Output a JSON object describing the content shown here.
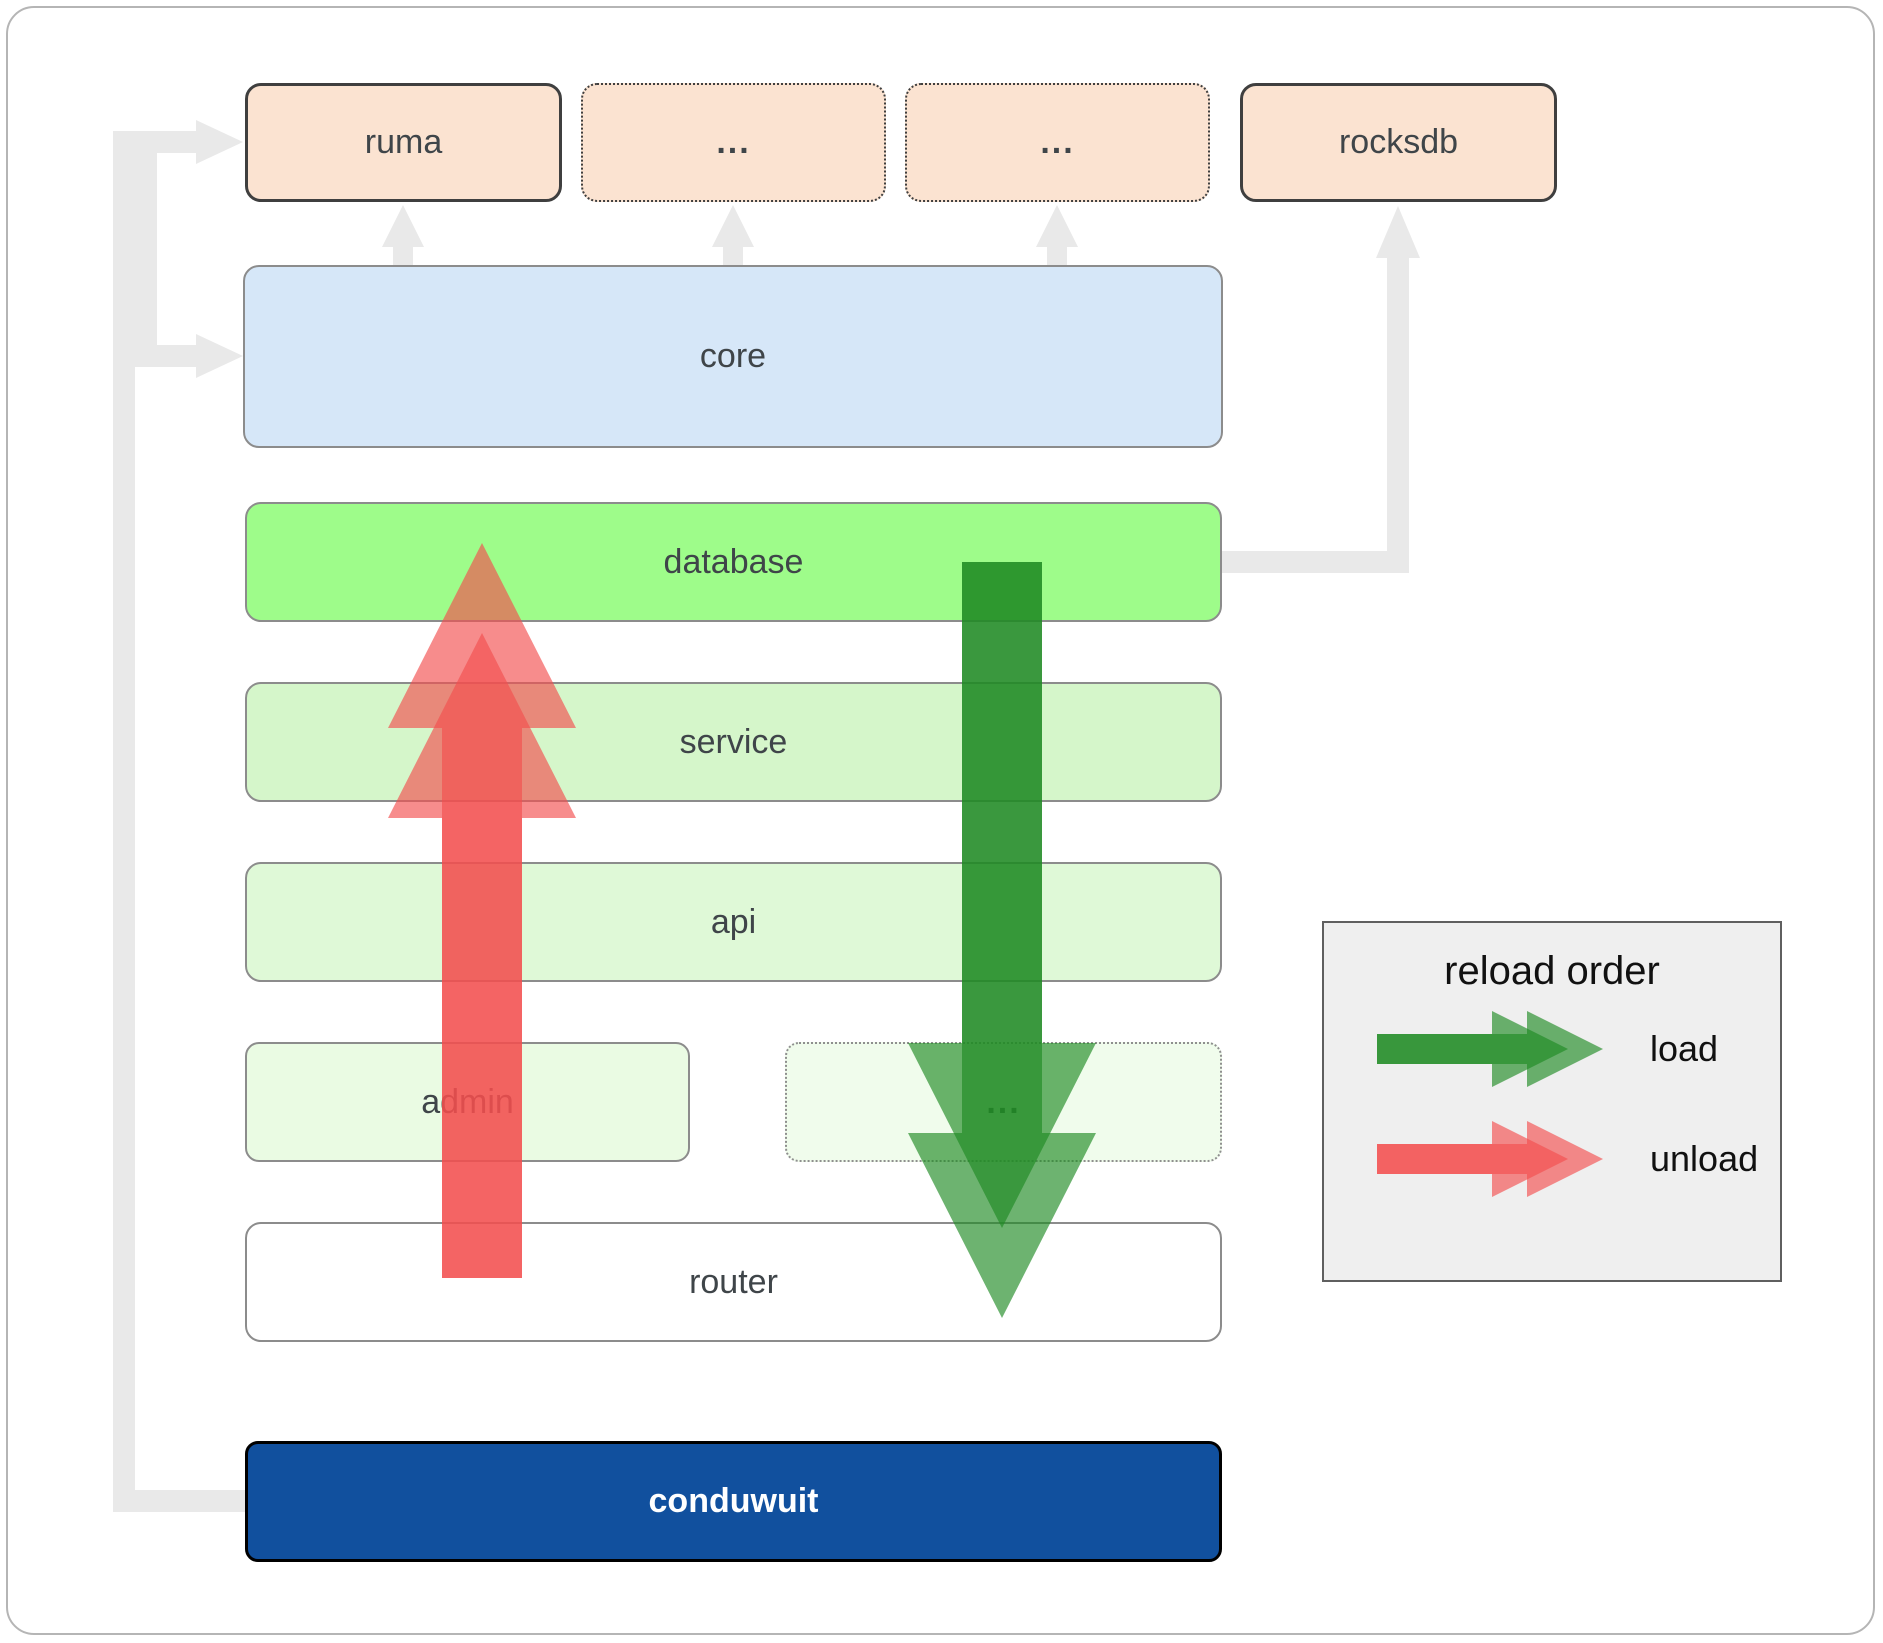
{
  "boxes": {
    "ruma": "ruma",
    "dots_top_1": "...",
    "dots_top_2": "...",
    "rocksdb": "rocksdb",
    "core": "core",
    "database": "database",
    "service": "service",
    "api": "api",
    "admin": "admin",
    "admin_dots": "...",
    "router": "router",
    "conduwuit": "conduwuit"
  },
  "legend": {
    "title": "reload order",
    "load_label": "load",
    "unload_label": "unload"
  },
  "colors": {
    "load_green": "#1f8b24",
    "unload_red": "#f24e4e",
    "connector_gray": "#e9e9e9",
    "ruma_fill": "#fbe3d1",
    "core_fill": "#d6e7f8",
    "database_fill": "#9efc8a",
    "service_fill": "#d5f6ca",
    "api_fill": "#dff9d7",
    "admin_fill": "#eafbe3",
    "admin_dots_fill": "#f0fcec",
    "router_fill": "#ffffff",
    "conduwuit_fill": "#11509e",
    "legend_bg": "#efefef",
    "label_color": "#3f4549"
  }
}
